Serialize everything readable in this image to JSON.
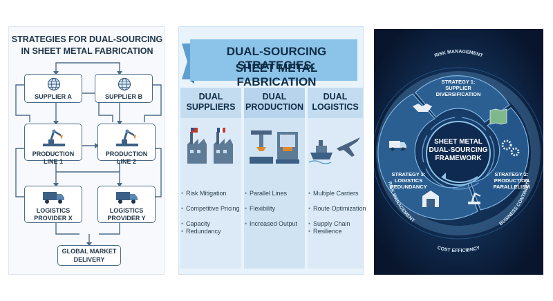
{
  "panel1": {
    "title_line1": "STRATEGIES FOR DUAL-SOURCING",
    "title_line2": "IN SHEET METAL FABRICATION",
    "supplier_a": "SUPPLIER A",
    "supplier_b": "SUPPLIER B",
    "production_line_1": "PRODUCTION LINE 1",
    "production_line_2": "PRODUCTION LINE 2",
    "logistics_x_line1": "LOGISTICS",
    "logistics_x_line2": "PROVIDER X",
    "logistics_y_line1": "LOGISTICS",
    "logistics_y_line2": "PROVIDER Y",
    "market_line1": "GLOBAL MARKET",
    "market_line2": "DELIVERY"
  },
  "panel2": {
    "title_line1": "DUAL-SOURCING STRATEGIES:",
    "title_line2": "SHEET METAL FABRICATION",
    "columns": [
      {
        "head1": "DUAL",
        "head2": "SUPPLIERS",
        "bullets": [
          "Risk Mitigation",
          "Competitive Pricing",
          "Capacity",
          "Redundancy"
        ]
      },
      {
        "head1": "DUAL",
        "head2": "PRODUCTION",
        "bullets": [
          "Parallel Lines",
          "Flexibility",
          "Increased Output"
        ]
      },
      {
        "head1": "DUAL",
        "head2": "LOGISTICS",
        "bullets": [
          "Multiple Carriers",
          "Route Optimization",
          "Supply Chain",
          "Resilience"
        ]
      }
    ]
  },
  "panel3": {
    "center_line1": "SHEET METAL",
    "center_line2": "DUAL-SOURCING",
    "center_line3": "FRAMEWORK",
    "s1_line1": "STRATEGY 1:",
    "s1_line2": "SUPPLIER",
    "s1_line3": "DIVERSIFICATION",
    "s2_line1": "STRATEGY 2:",
    "s2_line2": "PRODUCTION",
    "s2_line3": "PARALLELISM",
    "s3_line1": "STRATEGY 3:",
    "s3_line2": "LOGISTICS",
    "s3_line3": "REDUNDANCY",
    "ring_top": "RISK MANAGEMENT",
    "ring_left": "RISK MANAGEMENT",
    "ring_right": "BUSINESS CONTINUITY",
    "ring_bottom": "COST EFFICIENCY"
  },
  "colors": {
    "navy": "#1f3447",
    "line": "#4b6b8a",
    "ribbon": "#8cc3e8",
    "dark_bg": "#0c1e3c",
    "ring": "#5f98c8"
  }
}
